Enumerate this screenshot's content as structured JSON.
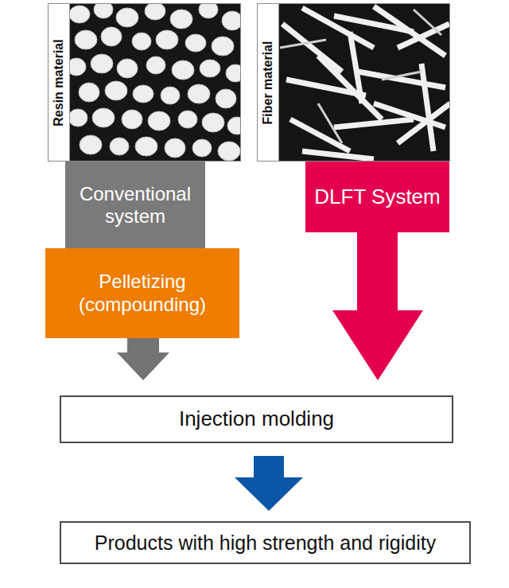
{
  "diagram": {
    "nodes": [
      {
        "text": [
          "Resin material"
        ]
      },
      {
        "text": [
          "Fiber material"
        ]
      },
      {
        "text": [
          "Pelletizing (compounding)"
        ]
      },
      {
        "text": [
          "Injection molding"
        ]
      },
      {
        "text": [
          "Products with high strength and rigidity"
        ]
      }
    ],
    "edges": [
      {
        "from": 0,
        "to": 2,
        "arrow": "none",
        "label": "Conventional system"
      },
      {
        "from": 2,
        "to": 3,
        "arrow": "to"
      },
      {
        "from": 1,
        "to": 3,
        "arrow": "to",
        "label": "DLFT System"
      },
      {
        "from": 3,
        "to": 4,
        "arrow": "to"
      }
    ]
  }
}
